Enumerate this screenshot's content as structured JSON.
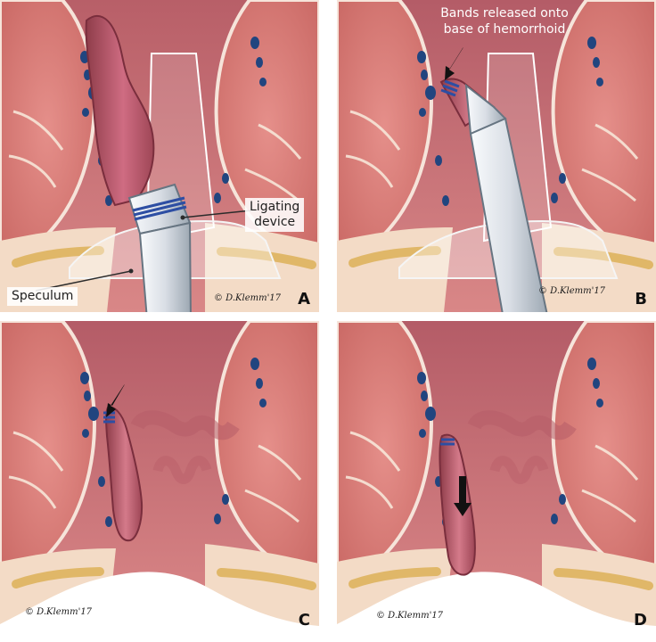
{
  "panels": {
    "a": {
      "letter": "A",
      "credit": "© D.Klemm'17"
    },
    "b": {
      "letter": "B",
      "credit": "© D.Klemm'17"
    },
    "c": {
      "letter": "C",
      "credit": "© D.Klemm'17"
    },
    "d": {
      "letter": "D",
      "credit": "© D.Klemm'17"
    }
  },
  "labels": {
    "speculum": "Speculum",
    "device_line1": "Ligating",
    "device_line2": "device",
    "bands_line1": "Bands released onto",
    "bands_line2": "base of hemorrhoid"
  },
  "icons": {
    "arrow": "arrow-icon",
    "band": "rubber-band-icon"
  },
  "colors": {
    "tissue": "#e2958f",
    "tissue_dark": "#c36f6c",
    "muscle": "#d87b78",
    "fat": "#f3dcc8",
    "vessel": "#204d8c",
    "band": "#2d4ea3",
    "device_gray": "#d8dde3"
  }
}
